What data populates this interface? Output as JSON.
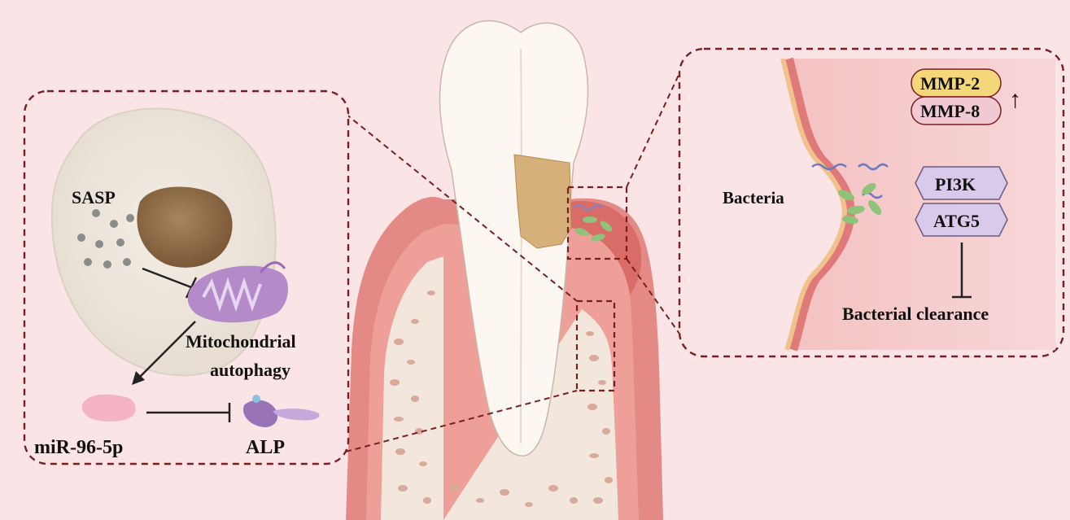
{
  "labels": {
    "sasp": "SASP",
    "mito_line1": "Mitochondrial",
    "mito_line2": "autophagy",
    "mirna": "miR-96-5p",
    "alp": "ALP",
    "mmp2": "MMP-2",
    "mmp8": "MMP-8",
    "up_arrow": "↑",
    "bacteria": "Bacteria",
    "pi3k": "PI3K",
    "atg5": "ATG5",
    "clearance": "Bacterial clearance"
  },
  "colors": {
    "background": "#fbe4e6",
    "dashed_frame": "#7a1e22",
    "gum": "#e48a86",
    "gum_dark": "#d45f5a",
    "bone": "#f3e6dc",
    "bone_spot": "#d9a99a",
    "tooth": "#fdf7f2",
    "calculus": "#d6b07a",
    "mitochondria": "#b58ac9",
    "nucleus": "#8a6a48",
    "mmp2_fill": "#f4d77a",
    "mmp8_fill": "#f1c9d2",
    "kinase_fill": "#d9c9ea",
    "bacteria_green": "#8fc27a"
  }
}
